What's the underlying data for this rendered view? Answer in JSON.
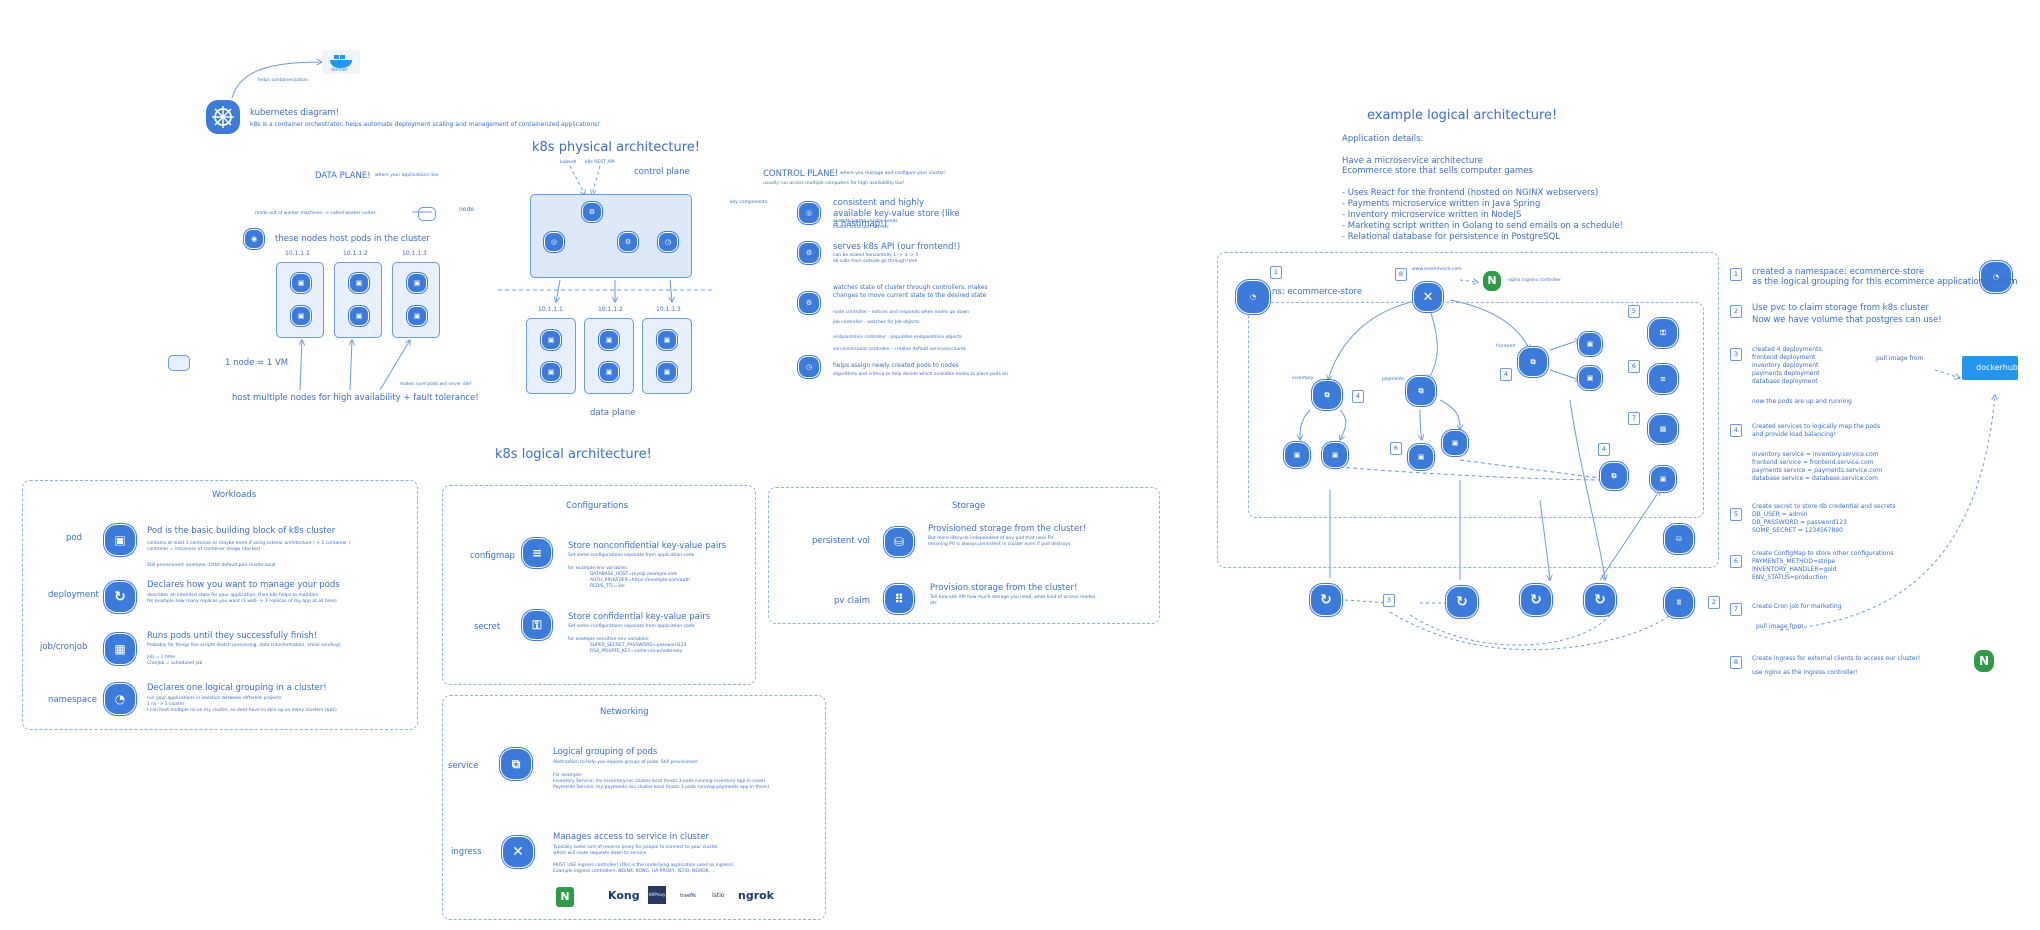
{
  "colors": {
    "stroke": "#3c6fc4",
    "icon": "#3c7bd9",
    "dashed": "#8fb2e6",
    "nginx": "#2f9a48",
    "docker": "#2496ed"
  },
  "intro": {
    "docker_note": "helps containerization",
    "docker_label": "docker",
    "title": "kubernetes diagram!",
    "subtitle": "k8s is a container orchestrator, helps automate deployment scaling and management of containerized applications!"
  },
  "physical": {
    "title": "k8s physical architecture!",
    "kubectl": "kubectl",
    "restapi": "k8s REST API",
    "control_plane": "control plane",
    "data_plane_label": "DATA PLANE!",
    "data_plane_note": "where your applications live",
    "worker_note": "made out of worker machines -> called worker nodes",
    "node_label": "node",
    "nodes_host": "these nodes host pods in the cluster",
    "ips": [
      "10.1.1.1",
      "10.1.1.2",
      "10.1.1.3"
    ],
    "node_vm": "1 node = 1 VM",
    "ha": "host multiple nodes for high availability + fault tolerance!",
    "ha_note": "makes sure pods will never die!",
    "data_plane": "data plane",
    "cp_title": "CONTROL PLANE!",
    "cp_note1": "where you manage and configure your cluster!",
    "cp_note2": "usually run across multiple computers for high availability too!",
    "key_components": "key components:",
    "components": [
      {
        "title": "consistent and highly available key-value store (like a hashmap!)",
        "notes": [
          "everything the cluster needs",
          "cluster state and secrets"
        ]
      },
      {
        "title": "serves k8s API (our frontend!)",
        "notes": [
          "can be scaled horizontally 1 -> 3 -> 5",
          "all calls from outside go through here"
        ]
      },
      {
        "title": "watches state of cluster through controllers, makes changes to move current state to the desired state",
        "notes": [
          "node controller - notices and responds when nodes go down",
          "job controller - watches for Job objects",
          "endpointslice controller - populates endpointslice objects",
          "serviceaccount controller - creates default serviceaccounts"
        ]
      },
      {
        "title": "helps assign newly created pods to nodes",
        "notes": [
          "algorithms and criteria to help decide which available nodes to place pods on"
        ]
      }
    ]
  },
  "logical": {
    "title": "k8s logical architecture!",
    "workloads": {
      "title": "Workloads",
      "items": [
        {
          "label": "pod",
          "icon": "pod",
          "title": "Pod is the basic building block of k8s cluster",
          "notes": [
            "contains at least 1 container or maybe more if using sidecar architecture ( > 1 container )",
            "container = instances of container image (docker)",
            " ",
            "Still provisioned: example- 1ttttt.default.pod.cluster.local"
          ]
        },
        {
          "label": "deployment",
          "icon": "deploy",
          "title": "Declares how you want to manage your pods",
          "notes": [
            "describes an intended state for your application, then k8s helps to maintain",
            "for example how many replicas you want (1 web -> 3 replicas of my app at all time)"
          ]
        },
        {
          "label": "job/cronjob",
          "icon": "job",
          "title": "Runs pods until they successfully finish!",
          "notes": [
            "Probably for things like scripts (batch processing, data transformation, email sending)",
            " ",
            "Job = 1 time",
            "CronJob = scheduled job"
          ]
        },
        {
          "label": "namespace",
          "icon": "ns",
          "title": "Declares one logical grouping in a cluster!",
          "notes": [
            "run your applications in isolation between different projects",
            "1 ns -> 1 cluster",
            "I can host multiple ns on my cluster, so dont have to spin up so many clusters ($$$)"
          ]
        }
      ]
    },
    "configurations": {
      "title": "Configurations",
      "items": [
        {
          "label": "configmap",
          "icon": "cm",
          "title": "Store nonconfidential key-value pairs",
          "notes": [
            "Set some configurations separate from application code",
            " ",
            "for example env variables:",
            "DATABASE_HOST=mysql.example.com",
            "AUTH_PROVIDER=https://example.com/auth",
            "REDIS_TTL=1hr"
          ]
        },
        {
          "label": "secret",
          "icon": "secret",
          "title": "Store confidential key-value pairs",
          "notes": [
            "Set some configurations separate from application code",
            " ",
            "for example sensitive env variables:",
            "SUPER_SECRET_PASSWORD=password123",
            "RSA_PRIVATE_KEY=some-rsa-private-key"
          ]
        }
      ]
    },
    "storage": {
      "title": "Storage",
      "items": [
        {
          "label": "persistent vol",
          "icon": "pv",
          "title": "Provisioned storage from the cluster!",
          "notes": [
            "But more lifecycle independent of any pod that uses PV,",
            "meaning PV is always persistent in cluster even if pod destroys"
          ]
        },
        {
          "label": "pv claim",
          "icon": "pvc",
          "title": "Provision storage from the cluster!",
          "notes": [
            "Tell how k8s API how much storage you need, what kind of access modes",
            "etc"
          ]
        }
      ]
    },
    "networking": {
      "title": "Networking",
      "items": [
        {
          "label": "service",
          "icon": "svc",
          "title": "Logical grouping of pods",
          "notes": [
            "Abstraction to help you expose groups of pods. Still provisioned:",
            " ",
            "For example:",
            "Inventory Service: my-inventory.svc.cluster.local (hosts 3 pods running inventory app in node) ",
            "Payments Service: my-payments.svc.cluster.local (hosts 3 pods running payments app in them)"
          ]
        },
        {
          "label": "ingress",
          "icon": "ing",
          "title": "Manages access to service in cluster",
          "notes": [
            "Typically some sort of reverse proxy for people to connect to your cluster",
            "which will route requests down to service",
            " ",
            "MUST USE ingress controller! (this is the underlying application used as ingress)",
            "Example ingress controllers: NGINX, KONG, HA PROXY, ISTIO, NGROK, ..."
          ]
        }
      ],
      "providers": [
        "N",
        "Kong",
        "HAProxy",
        "traefik",
        "Istio",
        "ngrok"
      ]
    }
  },
  "example": {
    "title": "example logical architecture!",
    "details_title": "Application details:",
    "details": [
      "Have a microservice architecture",
      "Ecommerce store that sells computer games"
    ],
    "bullets": [
      "- Uses React for the frontend (hosted on NGINX webservers)",
      "- Payments microservice written in Java Spring",
      "- Inventory microservice written in NodeJS",
      "- Marketing script written in Golang to send emails on a schedule!",
      "- Relational database for persistence in PostgreSQL"
    ],
    "namespace_label": "ns: ecommerce-store",
    "ingress_host": "www.ecommerce.com",
    "ingress_controller": "nginx ingress controller",
    "svc_labels": [
      "inventory",
      "payments",
      "frontend"
    ],
    "pull_image": "pull image from",
    "pull_image2": "pull image from",
    "dockerhub": "dockerhub",
    "steps": [
      {
        "n": "1",
        "lines": [
          "created a namespace: ecommerce-store",
          "as the logical grouping for this ecommerce application system"
        ]
      },
      {
        "n": "2",
        "lines": [
          "Use pvc to claim storage from k8s cluster",
          "Now we have volume that postgres can use!"
        ]
      },
      {
        "n": "3",
        "lines": [
          "created 4 deployments:",
          "frontend deployment",
          "inventory deployment",
          "payments deployment",
          "database deployment",
          " ",
          "now the pods are up and running"
        ]
      },
      {
        "n": "4",
        "lines": [
          "Created services to logically map the pods",
          "and provide load balancing!",
          " ",
          "inventory service = inventory.service.com",
          "frontend service = frontend.service.com",
          "payments service = payments.service.com",
          "database service = database.service.com"
        ]
      },
      {
        "n": "5",
        "lines": [
          "Create secret to store db credential and secrets",
          "DB_USER = admin",
          "DB_PASSWORD = password123",
          "SOME_SECRET = 1234567890"
        ]
      },
      {
        "n": "6",
        "lines": [
          "Create ConfigMap to store other configurations",
          "PAYMENTS_METHOD=stripe",
          "INVENTORY_HANDLER=gold",
          "ENV_STATUS=production"
        ]
      },
      {
        "n": "7",
        "lines": [
          "Create Cron job for marketing"
        ]
      },
      {
        "n": "8",
        "lines": [
          "Create ingress for external clients to access our cluster!",
          "use nginx as the ingress controller!"
        ]
      }
    ]
  }
}
